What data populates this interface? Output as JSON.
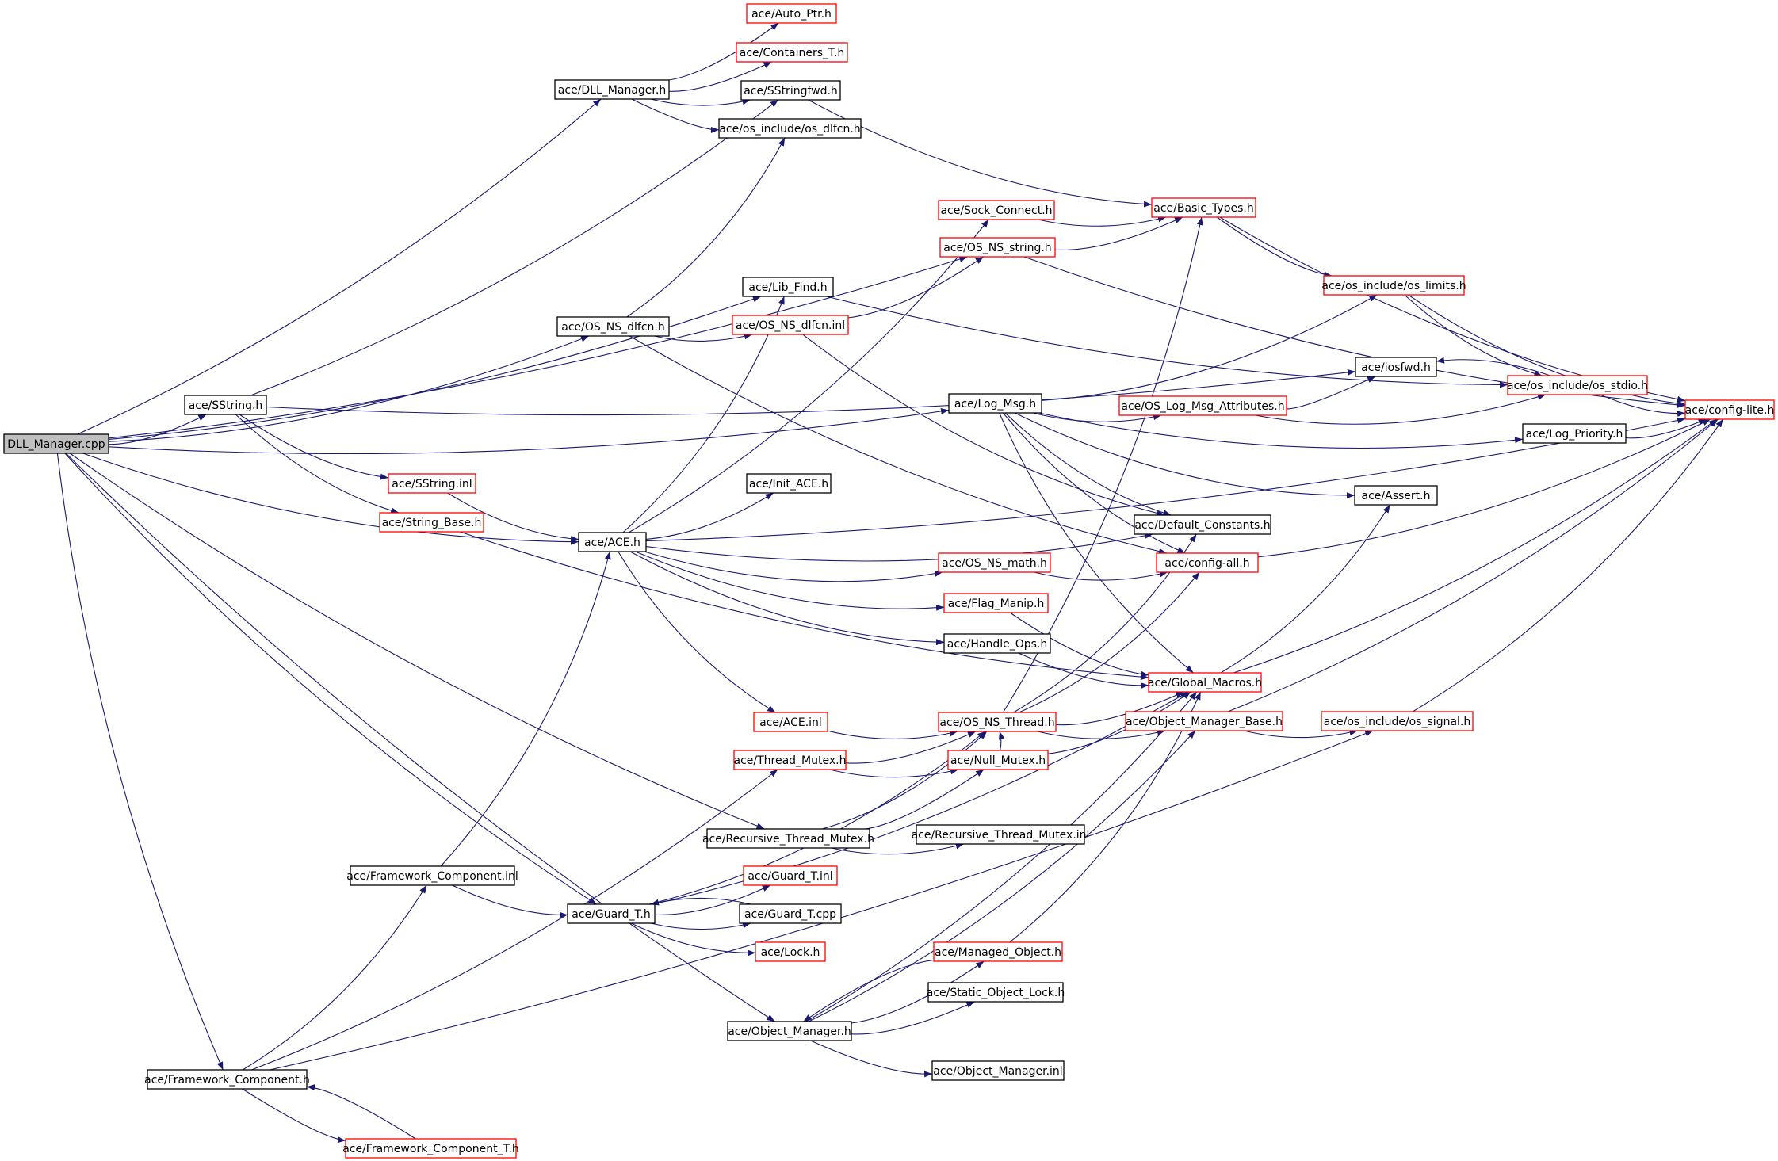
{
  "style": {
    "edge_color": "#191970",
    "node_border_documented": "#000000",
    "node_border_undocumented": "#ff0000",
    "root_fill": "#bfbfbf",
    "node_fill": "#ffffff"
  },
  "nodes": [
    {
      "id": "root",
      "label": "DLL_Manager.cpp",
      "kind": "root"
    },
    {
      "id": "dllmgr_h",
      "label": "ace/DLL_Manager.h",
      "kind": "doc"
    },
    {
      "id": "auto_ptr",
      "label": "ace/Auto_Ptr.h",
      "kind": "undoc"
    },
    {
      "id": "containers_t",
      "label": "ace/Containers_T.h",
      "kind": "undoc"
    },
    {
      "id": "sstringfwd",
      "label": "ace/SStringfwd.h",
      "kind": "doc"
    },
    {
      "id": "os_dlfcn",
      "label": "ace/os_include/os_dlfcn.h",
      "kind": "doc"
    },
    {
      "id": "sock_connect",
      "label": "ace/Sock_Connect.h",
      "kind": "undoc"
    },
    {
      "id": "basic_types",
      "label": "ace/Basic_Types.h",
      "kind": "undoc"
    },
    {
      "id": "os_ns_string",
      "label": "ace/OS_NS_string.h",
      "kind": "undoc"
    },
    {
      "id": "lib_find",
      "label": "ace/Lib_Find.h",
      "kind": "doc"
    },
    {
      "id": "os_limits",
      "label": "ace/os_include/os_limits.h",
      "kind": "undoc"
    },
    {
      "id": "os_ns_dlfcn_h",
      "label": "ace/OS_NS_dlfcn.h",
      "kind": "doc"
    },
    {
      "id": "os_ns_dlfcn_inl",
      "label": "ace/OS_NS_dlfcn.inl",
      "kind": "undoc"
    },
    {
      "id": "iosfwd",
      "label": "ace/iosfwd.h",
      "kind": "doc"
    },
    {
      "id": "sstring_h",
      "label": "ace/SString.h",
      "kind": "doc"
    },
    {
      "id": "os_stdio",
      "label": "ace/os_include/os_stdio.h",
      "kind": "undoc"
    },
    {
      "id": "log_msg",
      "label": "ace/Log_Msg.h",
      "kind": "doc"
    },
    {
      "id": "os_log_msg_attr",
      "label": "ace/OS_Log_Msg_Attributes.h",
      "kind": "undoc"
    },
    {
      "id": "config_lite",
      "label": "ace/config-lite.h",
      "kind": "undoc"
    },
    {
      "id": "log_priority",
      "label": "ace/Log_Priority.h",
      "kind": "doc"
    },
    {
      "id": "sstring_inl",
      "label": "ace/SString.inl",
      "kind": "undoc"
    },
    {
      "id": "init_ace",
      "label": "ace/Init_ACE.h",
      "kind": "doc"
    },
    {
      "id": "assert_h",
      "label": "ace/Assert.h",
      "kind": "doc"
    },
    {
      "id": "string_base",
      "label": "ace/String_Base.h",
      "kind": "undoc"
    },
    {
      "id": "default_constants",
      "label": "ace/Default_Constants.h",
      "kind": "doc"
    },
    {
      "id": "ace_h",
      "label": "ace/ACE.h",
      "kind": "doc"
    },
    {
      "id": "os_ns_math",
      "label": "ace/OS_NS_math.h",
      "kind": "undoc"
    },
    {
      "id": "config_all",
      "label": "ace/config-all.h",
      "kind": "undoc"
    },
    {
      "id": "flag_manip",
      "label": "ace/Flag_Manip.h",
      "kind": "undoc"
    },
    {
      "id": "handle_ops",
      "label": "ace/Handle_Ops.h",
      "kind": "doc"
    },
    {
      "id": "global_macros",
      "label": "ace/Global_Macros.h",
      "kind": "undoc"
    },
    {
      "id": "ace_inl",
      "label": "ace/ACE.inl",
      "kind": "undoc"
    },
    {
      "id": "os_ns_thread",
      "label": "ace/OS_NS_Thread.h",
      "kind": "undoc"
    },
    {
      "id": "object_manager_base",
      "label": "ace/Object_Manager_Base.h",
      "kind": "undoc"
    },
    {
      "id": "os_signal",
      "label": "ace/os_include/os_signal.h",
      "kind": "undoc"
    },
    {
      "id": "thread_mutex",
      "label": "ace/Thread_Mutex.h",
      "kind": "undoc"
    },
    {
      "id": "null_mutex",
      "label": "ace/Null_Mutex.h",
      "kind": "undoc"
    },
    {
      "id": "recursive_thread_mutex",
      "label": "ace/Recursive_Thread_Mutex.h",
      "kind": "doc"
    },
    {
      "id": "recursive_thread_mutex_inl",
      "label": "ace/Recursive_Thread_Mutex.inl",
      "kind": "doc"
    },
    {
      "id": "framework_component_inl",
      "label": "ace/Framework_Component.inl",
      "kind": "doc"
    },
    {
      "id": "guard_t_inl",
      "label": "ace/Guard_T.inl",
      "kind": "undoc"
    },
    {
      "id": "guard_t_h",
      "label": "ace/Guard_T.h",
      "kind": "doc"
    },
    {
      "id": "guard_t_cpp",
      "label": "ace/Guard_T.cpp",
      "kind": "doc"
    },
    {
      "id": "lock_h",
      "label": "ace/Lock.h",
      "kind": "undoc"
    },
    {
      "id": "managed_object",
      "label": "ace/Managed_Object.h",
      "kind": "undoc"
    },
    {
      "id": "static_object_lock",
      "label": "ace/Static_Object_Lock.h",
      "kind": "doc"
    },
    {
      "id": "object_manager_h",
      "label": "ace/Object_Manager.h",
      "kind": "doc"
    },
    {
      "id": "object_manager_inl",
      "label": "ace/Object_Manager.inl",
      "kind": "doc"
    },
    {
      "id": "framework_component_h",
      "label": "ace/Framework_Component.h",
      "kind": "doc"
    },
    {
      "id": "framework_component_t",
      "label": "ace/Framework_Component_T.h",
      "kind": "undoc"
    }
  ],
  "edges": [
    [
      "root",
      "dllmgr_h"
    ],
    [
      "root",
      "sstring_h"
    ],
    [
      "root",
      "os_ns_dlfcn_h"
    ],
    [
      "root",
      "lib_find"
    ],
    [
      "root",
      "os_ns_string"
    ],
    [
      "root",
      "ace_h"
    ],
    [
      "root",
      "log_msg"
    ],
    [
      "root",
      "recursive_thread_mutex"
    ],
    [
      "root",
      "guard_t_h"
    ],
    [
      "root",
      "object_manager_h"
    ],
    [
      "root",
      "framework_component_h"
    ],
    [
      "dllmgr_h",
      "auto_ptr"
    ],
    [
      "dllmgr_h",
      "containers_t"
    ],
    [
      "dllmgr_h",
      "sstringfwd"
    ],
    [
      "dllmgr_h",
      "os_dlfcn"
    ],
    [
      "sstring_h",
      "sstringfwd"
    ],
    [
      "sstring_h",
      "iosfwd"
    ],
    [
      "sstring_h",
      "sstring_inl"
    ],
    [
      "sstring_h",
      "string_base"
    ],
    [
      "sstringfwd",
      "basic_types"
    ],
    [
      "os_ns_dlfcn_h",
      "os_ns_dlfcn_inl"
    ],
    [
      "os_ns_dlfcn_h",
      "os_dlfcn"
    ],
    [
      "os_ns_dlfcn_h",
      "config_all"
    ],
    [
      "os_ns_dlfcn_inl",
      "os_ns_string"
    ],
    [
      "os_ns_dlfcn_inl",
      "default_constants"
    ],
    [
      "lib_find",
      "os_stdio"
    ],
    [
      "os_ns_string",
      "basic_types"
    ],
    [
      "os_ns_string",
      "config_lite"
    ],
    [
      "sock_connect",
      "basic_types"
    ],
    [
      "basic_types",
      "os_limits"
    ],
    [
      "basic_types",
      "config_lite"
    ],
    [
      "os_limits",
      "os_stdio"
    ],
    [
      "os_limits",
      "config_lite"
    ],
    [
      "os_stdio",
      "config_lite"
    ],
    [
      "os_stdio",
      "iosfwd"
    ],
    [
      "log_msg",
      "os_limits"
    ],
    [
      "log_msg",
      "os_log_msg_attr"
    ],
    [
      "log_msg",
      "log_priority"
    ],
    [
      "log_msg",
      "assert_h"
    ],
    [
      "log_msg",
      "default_constants"
    ],
    [
      "log_msg",
      "config_all"
    ],
    [
      "log_msg",
      "global_macros"
    ],
    [
      "os_log_msg_attr",
      "os_stdio"
    ],
    [
      "os_log_msg_attr",
      "iosfwd"
    ],
    [
      "log_priority",
      "config_lite"
    ],
    [
      "sstring_inl",
      "ace_h"
    ],
    [
      "string_base",
      "global_macros"
    ],
    [
      "ace_h",
      "init_ace"
    ],
    [
      "ace_h",
      "sock_connect"
    ],
    [
      "ace_h",
      "lib_find"
    ],
    [
      "ace_h",
      "default_constants"
    ],
    [
      "ace_h",
      "os_ns_math"
    ],
    [
      "ace_h",
      "flag_manip"
    ],
    [
      "ace_h",
      "handle_ops"
    ],
    [
      "ace_h",
      "ace_inl"
    ],
    [
      "ace_h",
      "config_lite"
    ],
    [
      "os_ns_math",
      "config_all"
    ],
    [
      "config_all",
      "config_lite"
    ],
    [
      "flag_manip",
      "global_macros"
    ],
    [
      "handle_ops",
      "global_macros"
    ],
    [
      "global_macros",
      "config_lite"
    ],
    [
      "global_macros",
      "assert_h"
    ],
    [
      "ace_inl",
      "os_ns_thread"
    ],
    [
      "os_ns_thread",
      "global_macros"
    ],
    [
      "os_ns_thread",
      "object_manager_base"
    ],
    [
      "os_ns_thread",
      "basic_types"
    ],
    [
      "os_ns_thread",
      "default_constants"
    ],
    [
      "os_ns_thread",
      "config_all"
    ],
    [
      "object_manager_base",
      "os_signal"
    ],
    [
      "object_manager_base",
      "config_lite"
    ],
    [
      "os_signal",
      "config_lite"
    ],
    [
      "thread_mutex",
      "os_ns_thread"
    ],
    [
      "thread_mutex",
      "null_mutex"
    ],
    [
      "null_mutex",
      "global_macros"
    ],
    [
      "null_mutex",
      "os_ns_thread"
    ],
    [
      "recursive_thread_mutex",
      "recursive_thread_mutex_inl"
    ],
    [
      "recursive_thread_mutex",
      "os_ns_thread"
    ],
    [
      "recursive_thread_mutex",
      "null_mutex"
    ],
    [
      "framework_component_inl",
      "ace_h"
    ],
    [
      "framework_component_inl",
      "guard_t_h"
    ],
    [
      "guard_t_h",
      "guard_t_inl"
    ],
    [
      "guard_t_h",
      "guard_t_cpp"
    ],
    [
      "guard_t_h",
      "lock_h"
    ],
    [
      "guard_t_h",
      "os_ns_thread"
    ],
    [
      "guard_t_h",
      "global_macros"
    ],
    [
      "guard_t_cpp",
      "guard_t_h"
    ],
    [
      "managed_object",
      "object_manager_h"
    ],
    [
      "managed_object",
      "global_macros"
    ],
    [
      "object_manager_h",
      "managed_object"
    ],
    [
      "object_manager_h",
      "static_object_lock"
    ],
    [
      "object_manager_h",
      "object_manager_inl"
    ],
    [
      "object_manager_h",
      "object_manager_base"
    ],
    [
      "object_manager_h",
      "global_macros"
    ],
    [
      "framework_component_h",
      "framework_component_inl"
    ],
    [
      "framework_component_h",
      "framework_component_t"
    ],
    [
      "framework_component_h",
      "thread_mutex"
    ],
    [
      "framework_component_h",
      "os_signal"
    ],
    [
      "framework_component_t",
      "framework_component_h"
    ]
  ]
}
